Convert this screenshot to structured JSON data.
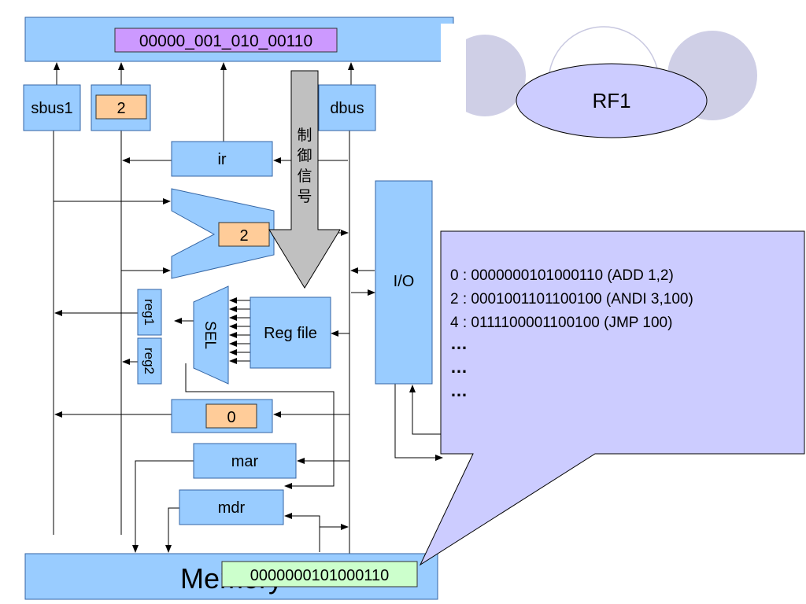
{
  "instruction_register_value": "00000_001_010_00110",
  "buses": {
    "sbus1": "sbus1",
    "sbus2_value": "2",
    "dbus": "dbus"
  },
  "ir_label": "ir",
  "control_signal": [
    "制",
    "御",
    "信",
    "号"
  ],
  "alu_value": "2",
  "regs": {
    "reg1": "reg1",
    "reg2": "reg2"
  },
  "sel_label": "SEL",
  "reg_file_label": "Reg file",
  "io_label": "I/O",
  "zero_box_value": "0",
  "mar_label": "mar",
  "mdr_label": "mdr",
  "memory_label": "Memory",
  "memory_value": "0000000101000110",
  "rf_label": "RF1",
  "program_callout": {
    "lines": [
      "0 : 0000000101000110 (ADD 1,2)",
      "2 : 0001001101100100 (ANDI 3,100)",
      "4 : 0111100001100100 (JMP 100)",
      "…",
      "…",
      "…"
    ]
  },
  "colors": {
    "block": "#99ccff",
    "value_orange": "#ffcc99",
    "value_purple": "#cc99ff",
    "value_green": "#ccffcc",
    "callout": "#ccccff",
    "rf_fill": "#ccccff",
    "control_arrow": "#c0c0c0"
  }
}
